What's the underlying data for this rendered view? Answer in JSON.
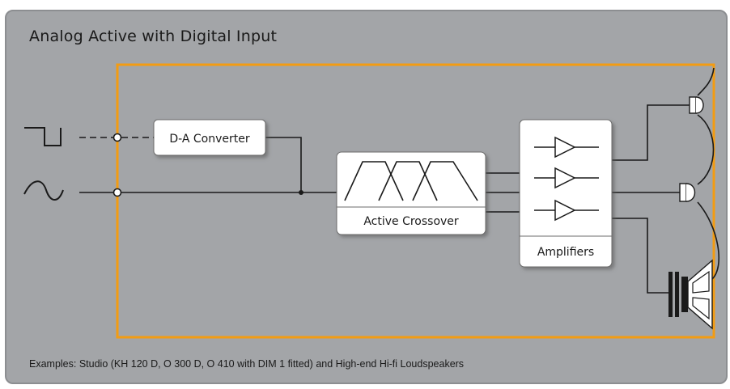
{
  "title": "Analog Active with Digital Input",
  "blocks": {
    "dac": "D-A Converter",
    "crossover": "Active Crossover",
    "amplifiers": "Amplifiers"
  },
  "footer": "Examples: Studio (KH 120 D, O 300 D, O 410 with DIM 1 fitted) and High-end Hi-fi Loudspeakers",
  "colors": {
    "background": "#a3a5a8",
    "enclosure": "#f39c12",
    "line": "#1a1a1a",
    "box": "#ffffff"
  },
  "icons": [
    "digital-square-wave-icon",
    "analog-sine-wave-icon",
    "amplifier-triangle-icon",
    "tweeter-icon",
    "midrange-icon",
    "woofer-icon"
  ]
}
